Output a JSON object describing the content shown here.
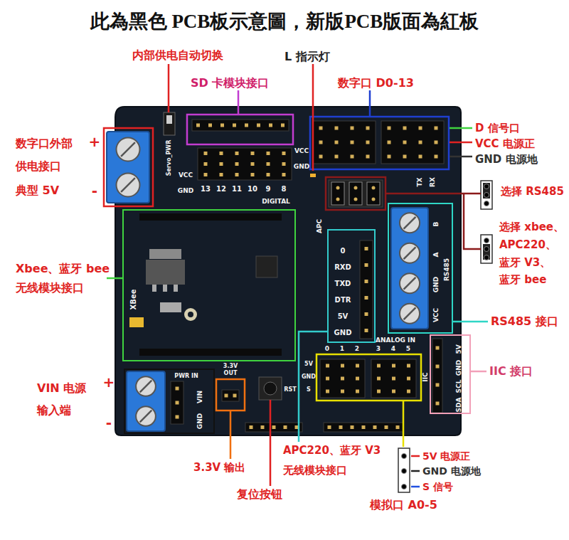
{
  "diagram": {
    "title": "此為黑色 PCB板示意圖，新版PCB版面為紅板",
    "nodes": [
      {
        "text": [
          "B",
          "A",
          "GND",
          "VCC",
          "RS485"
        ]
      },
      {
        "text": [
          "XBee"
        ]
      },
      {
        "text": [
          "0",
          "RXD",
          "TXD",
          "DTR",
          "5V",
          "GND"
        ]
      },
      {
        "text": [
          "5V",
          "GND",
          "SCL",
          "SDA"
        ]
      },
      {
        "text": [
          "PWR IN",
          "VIN",
          "GND"
        ]
      }
    ],
    "labels": [
      "内部供电自动切换",
      "L 指示灯",
      "SD 卡模块接口",
      "数字口 D0-13",
      "D 信号口",
      "VCC 电源正",
      "GND 电源地",
      "数字口外部",
      "+",
      "供电接口",
      "典型 5V",
      "-",
      "选择 RS485",
      "选择 xbee、",
      "APC220、",
      "蓝牙 V3、",
      "蓝牙 bee",
      "Xbee、蓝牙 bee",
      "无线模块接口",
      "RS485 接口",
      "IIC 接口",
      "VIN 电源",
      "+",
      "输入端",
      "-",
      "3.3V 输出",
      "APC220、蓝牙 V3",
      "5V 电源正",
      "GND 电源地",
      "无线模块接口",
      "S 信号",
      "复位按钮",
      "模拟口 A0-5",
      "Servo_PWR",
      "VCC",
      "GND",
      "13",
      "12",
      "11",
      "10",
      "9",
      "8",
      "VCC",
      "GND",
      "DIGITAL",
      "TX",
      "RX",
      "APC",
      "ANALOG IN",
      "0",
      "1",
      "2",
      "3",
      "4",
      "5",
      "5V",
      "GND",
      "S",
      "IIC",
      "RST",
      "3.3V",
      "OUT"
    ]
  }
}
